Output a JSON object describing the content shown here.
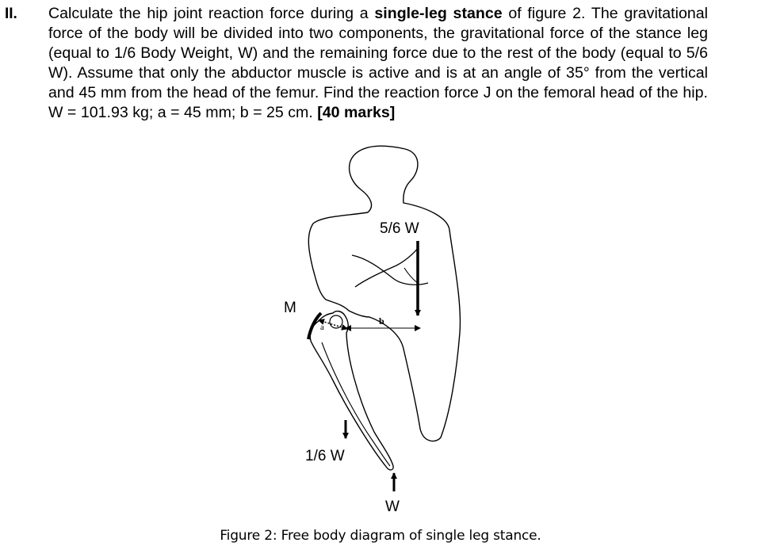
{
  "question": {
    "number": "II.",
    "text_before_bold": "Calculate the hip joint reaction force during a ",
    "bold_phrase": "single-leg stance",
    "text_after_bold": " of figure 2. The gravitational force of the body will be divided into two components, the gravitational force of the stance leg (equal to 1/6 Body Weight, W) and the remaining force due to the rest of the body (equal to 5/6 W). Assume that only the abductor muscle is active and is at an angle of 35° from the vertical and 45 mm from the head of the femur. Find the reaction force J on the femoral head of the hip. W = 101.93 kg; a = 45 mm; b = 25 cm. ",
    "marks": "[40 marks]"
  },
  "figure": {
    "label_upper_body_force": "5/6 W",
    "label_muscle": "M",
    "label_a": "a",
    "label_b": "b",
    "label_leg_force": "1/6 W",
    "label_ground_force": "W",
    "caption": "Figure 2: Free body diagram of single leg stance."
  }
}
